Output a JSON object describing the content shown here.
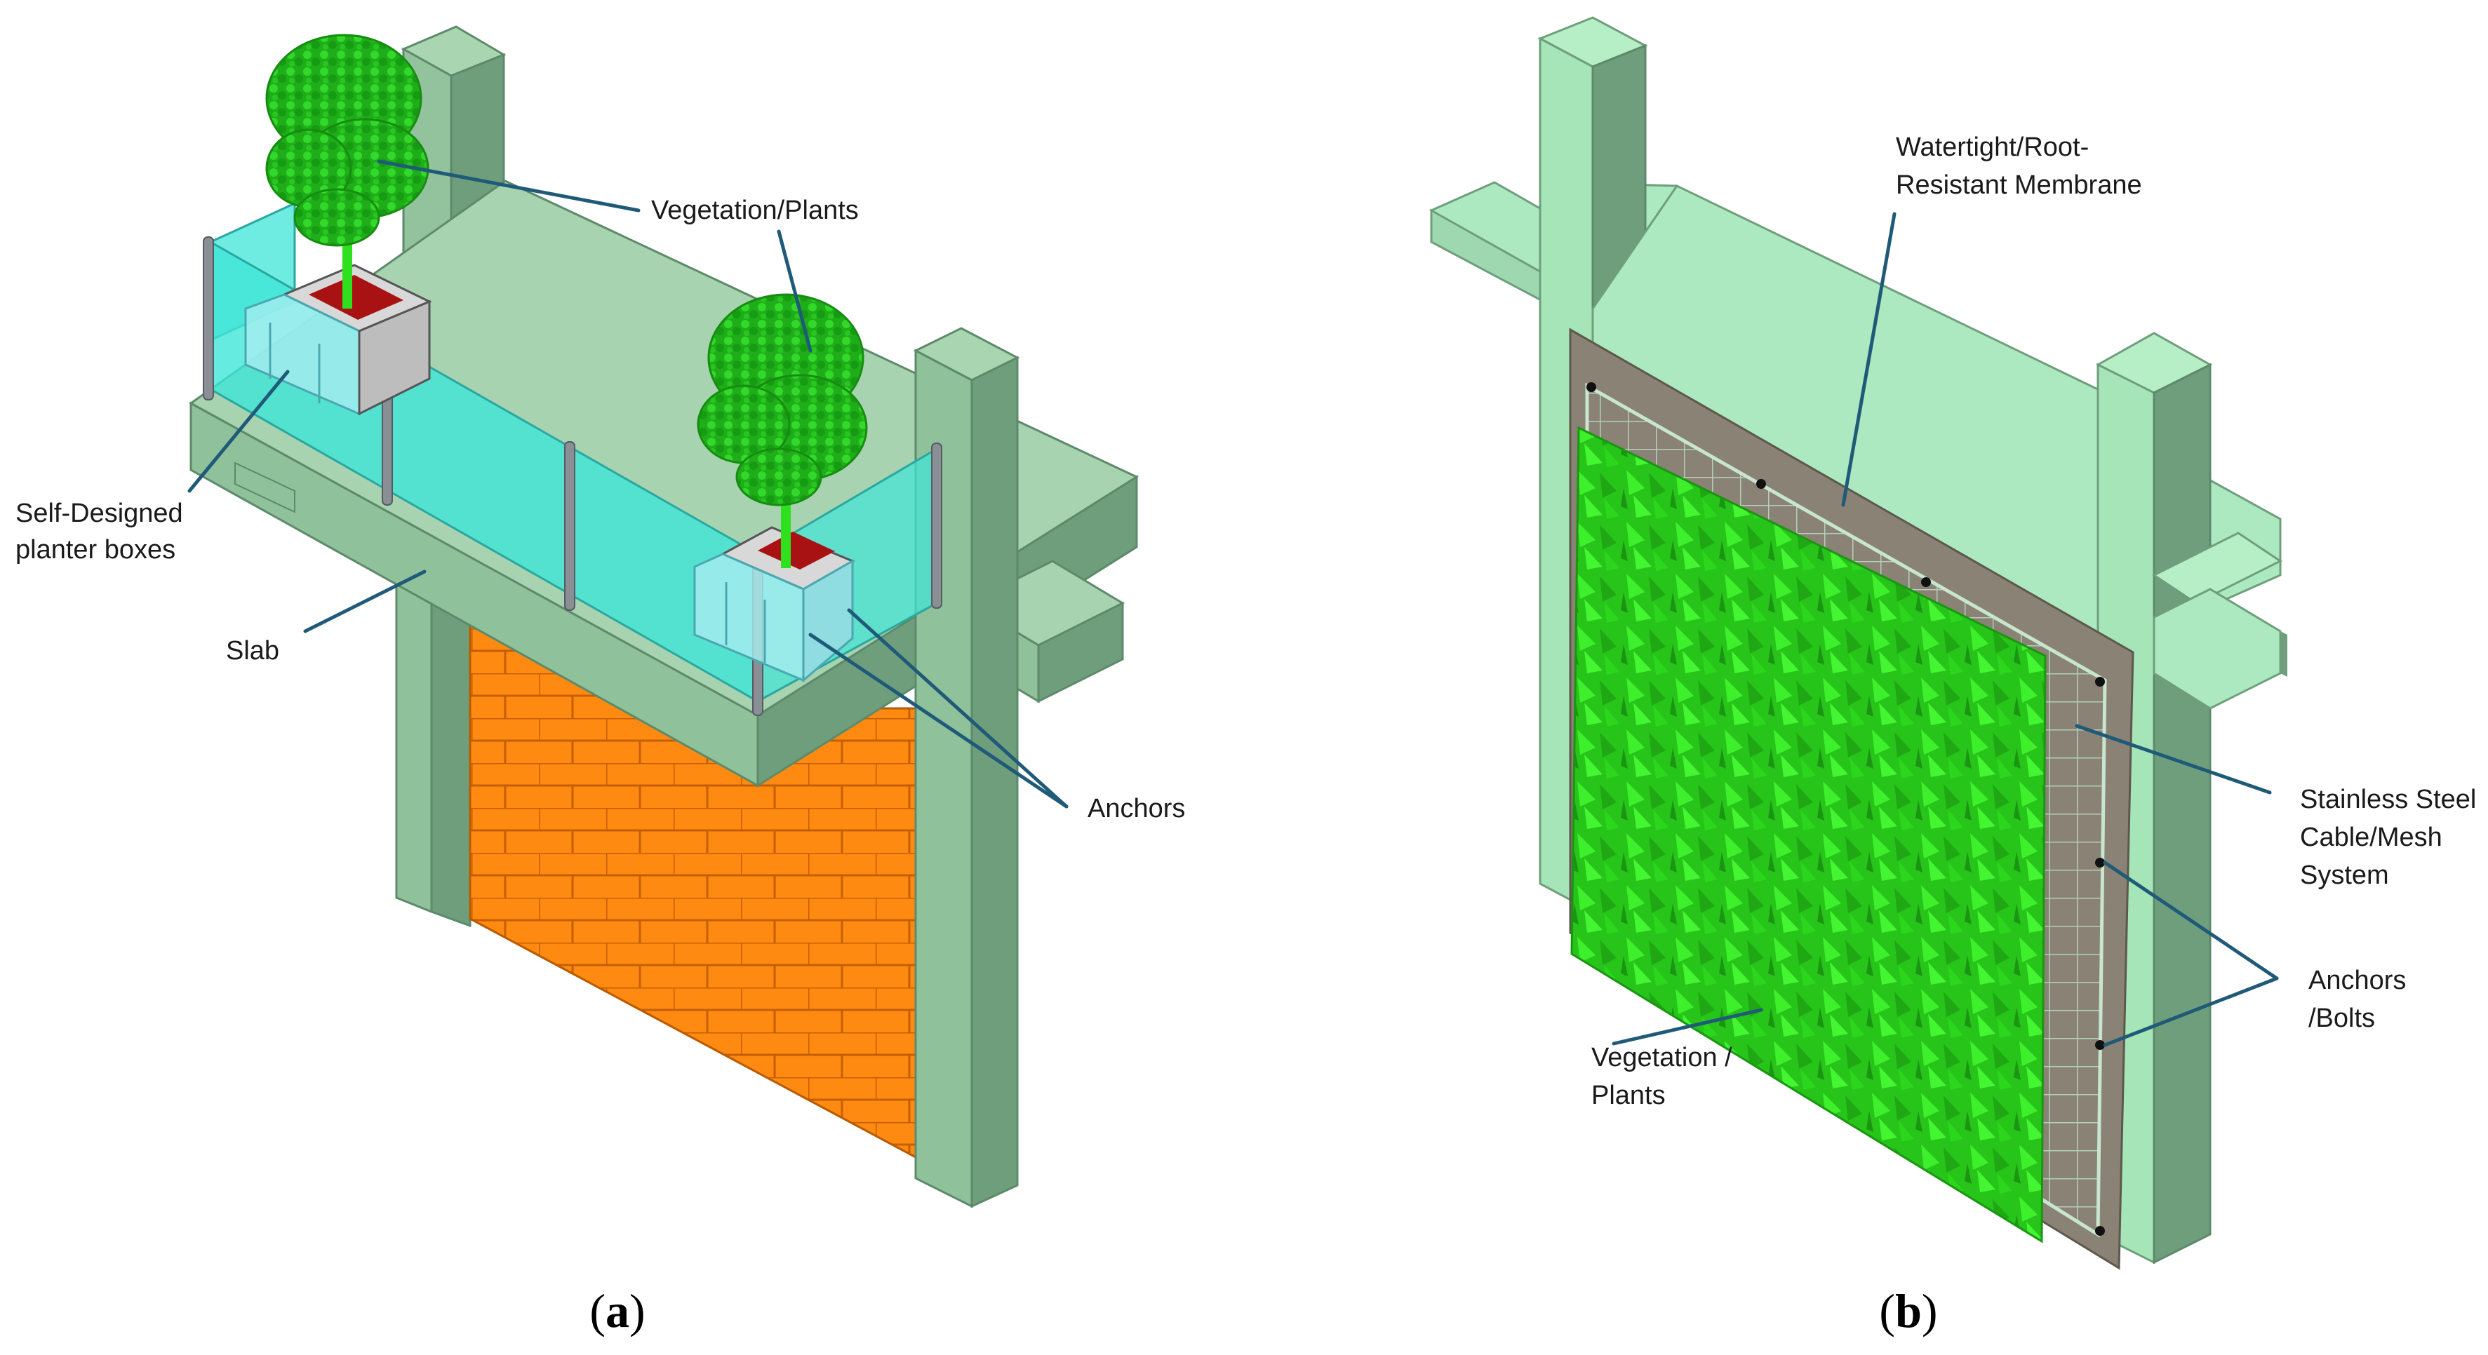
{
  "panel_a": {
    "labels": {
      "vegetation": "Vegetation/Plants",
      "planter_line1": "Self-Designed",
      "planter_line2": "planter boxes",
      "slab": "Slab",
      "anchors": "Anchors"
    },
    "caption_open": "(",
    "caption_letter": "a",
    "caption_close": ")"
  },
  "panel_b": {
    "labels": {
      "membrane_line1": "Watertight/Root-",
      "membrane_line2": "Resistant Membrane",
      "steel_line1": "Stainless Steel",
      "steel_line2": "Cable/Mesh",
      "steel_line3": "System",
      "anchors_line1": "Anchors",
      "anchors_line2": "/Bolts",
      "veg_line1": "Vegetation /",
      "veg_line2": "Plants"
    },
    "caption_open": "(",
    "caption_letter": "b",
    "caption_close": ")"
  },
  "colors": {
    "structure_top": "#a8d8b0",
    "structure_side": "#6f9e7c",
    "brick": "#ff8a12",
    "glass": "#3fe6d8",
    "foliage": "#2fd41f",
    "membrane": "#8a8275",
    "leader": "#1f5a78"
  }
}
